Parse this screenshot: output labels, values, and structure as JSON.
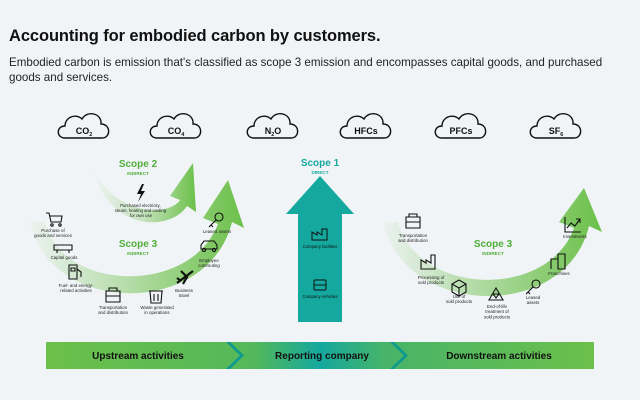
{
  "title": "Accounting for embodied carbon by customers.",
  "subtitle": "Embodied carbon is emission that's classified as scope 3 emission and encompasses capital goods, and purchased goods and services.",
  "gases": [
    {
      "base": "CO",
      "sub": "2"
    },
    {
      "base": "CO",
      "sub": "4"
    },
    {
      "base": "N",
      "sub": "2",
      "tail": "O"
    },
    {
      "base": "HFCs",
      "sub": ""
    },
    {
      "base": "PFCs",
      "sub": ""
    },
    {
      "base": "SF",
      "sub": "6"
    }
  ],
  "scope1": {
    "title": "Scope 1",
    "subtitle": "DIRECT",
    "items": [
      "Company facilities",
      "Company vehicles"
    ]
  },
  "scope2": {
    "title": "Scope 2",
    "subtitle": "INDIRECT",
    "item": [
      "Purchased electricity,",
      "steam, heating and cooling",
      "for own use"
    ]
  },
  "scope3_upstream": {
    "title": "Scope 3",
    "subtitle": "INDIRECT",
    "items": [
      {
        "icon": "shopping-cart-icon",
        "lines": [
          "Purchase of",
          "goods and services"
        ]
      },
      {
        "icon": "capital-goods-icon",
        "lines": [
          "Capital goods"
        ]
      },
      {
        "icon": "fuel-pump-icon",
        "lines": [
          "Fuel- and energy-",
          "related activities"
        ]
      },
      {
        "icon": "truck-icon",
        "lines": [
          "Transportation",
          "and distribution"
        ]
      },
      {
        "icon": "trash-bin-icon",
        "lines": [
          "Waste generated",
          "in operations"
        ]
      },
      {
        "icon": "airplane-icon",
        "lines": [
          "Business",
          "travel"
        ]
      },
      {
        "icon": "car-icon",
        "lines": [
          "Employee",
          "commuting"
        ]
      },
      {
        "icon": "key-icon",
        "lines": [
          "Leased assets"
        ]
      }
    ]
  },
  "scope3_downstream": {
    "title": "Scope 3",
    "subtitle": "INDIRECT",
    "items": [
      {
        "icon": "truck-icon",
        "lines": [
          "Transportation",
          "and distribution"
        ]
      },
      {
        "icon": "factory-icon",
        "lines": [
          "Processing of",
          "sold products"
        ]
      },
      {
        "icon": "box-icon",
        "lines": [
          "Use of",
          "sold products"
        ]
      },
      {
        "icon": "recycle-icon",
        "lines": [
          "End-of-life",
          "treatment of",
          "sold products"
        ]
      },
      {
        "icon": "key-icon",
        "lines": [
          "Leased",
          "assets"
        ]
      },
      {
        "icon": "building-icon",
        "lines": [
          "Franchises"
        ]
      },
      {
        "icon": "chart-icon",
        "lines": [
          "Investments"
        ]
      }
    ]
  },
  "bottom_bar": {
    "labels": [
      "Upstream activities",
      "Reporting company",
      "Downstream activities"
    ]
  },
  "colors": {
    "green": "#6cc04a",
    "teal": "#14a89e",
    "dark": "#111111",
    "background": "#f1f4f7"
  }
}
